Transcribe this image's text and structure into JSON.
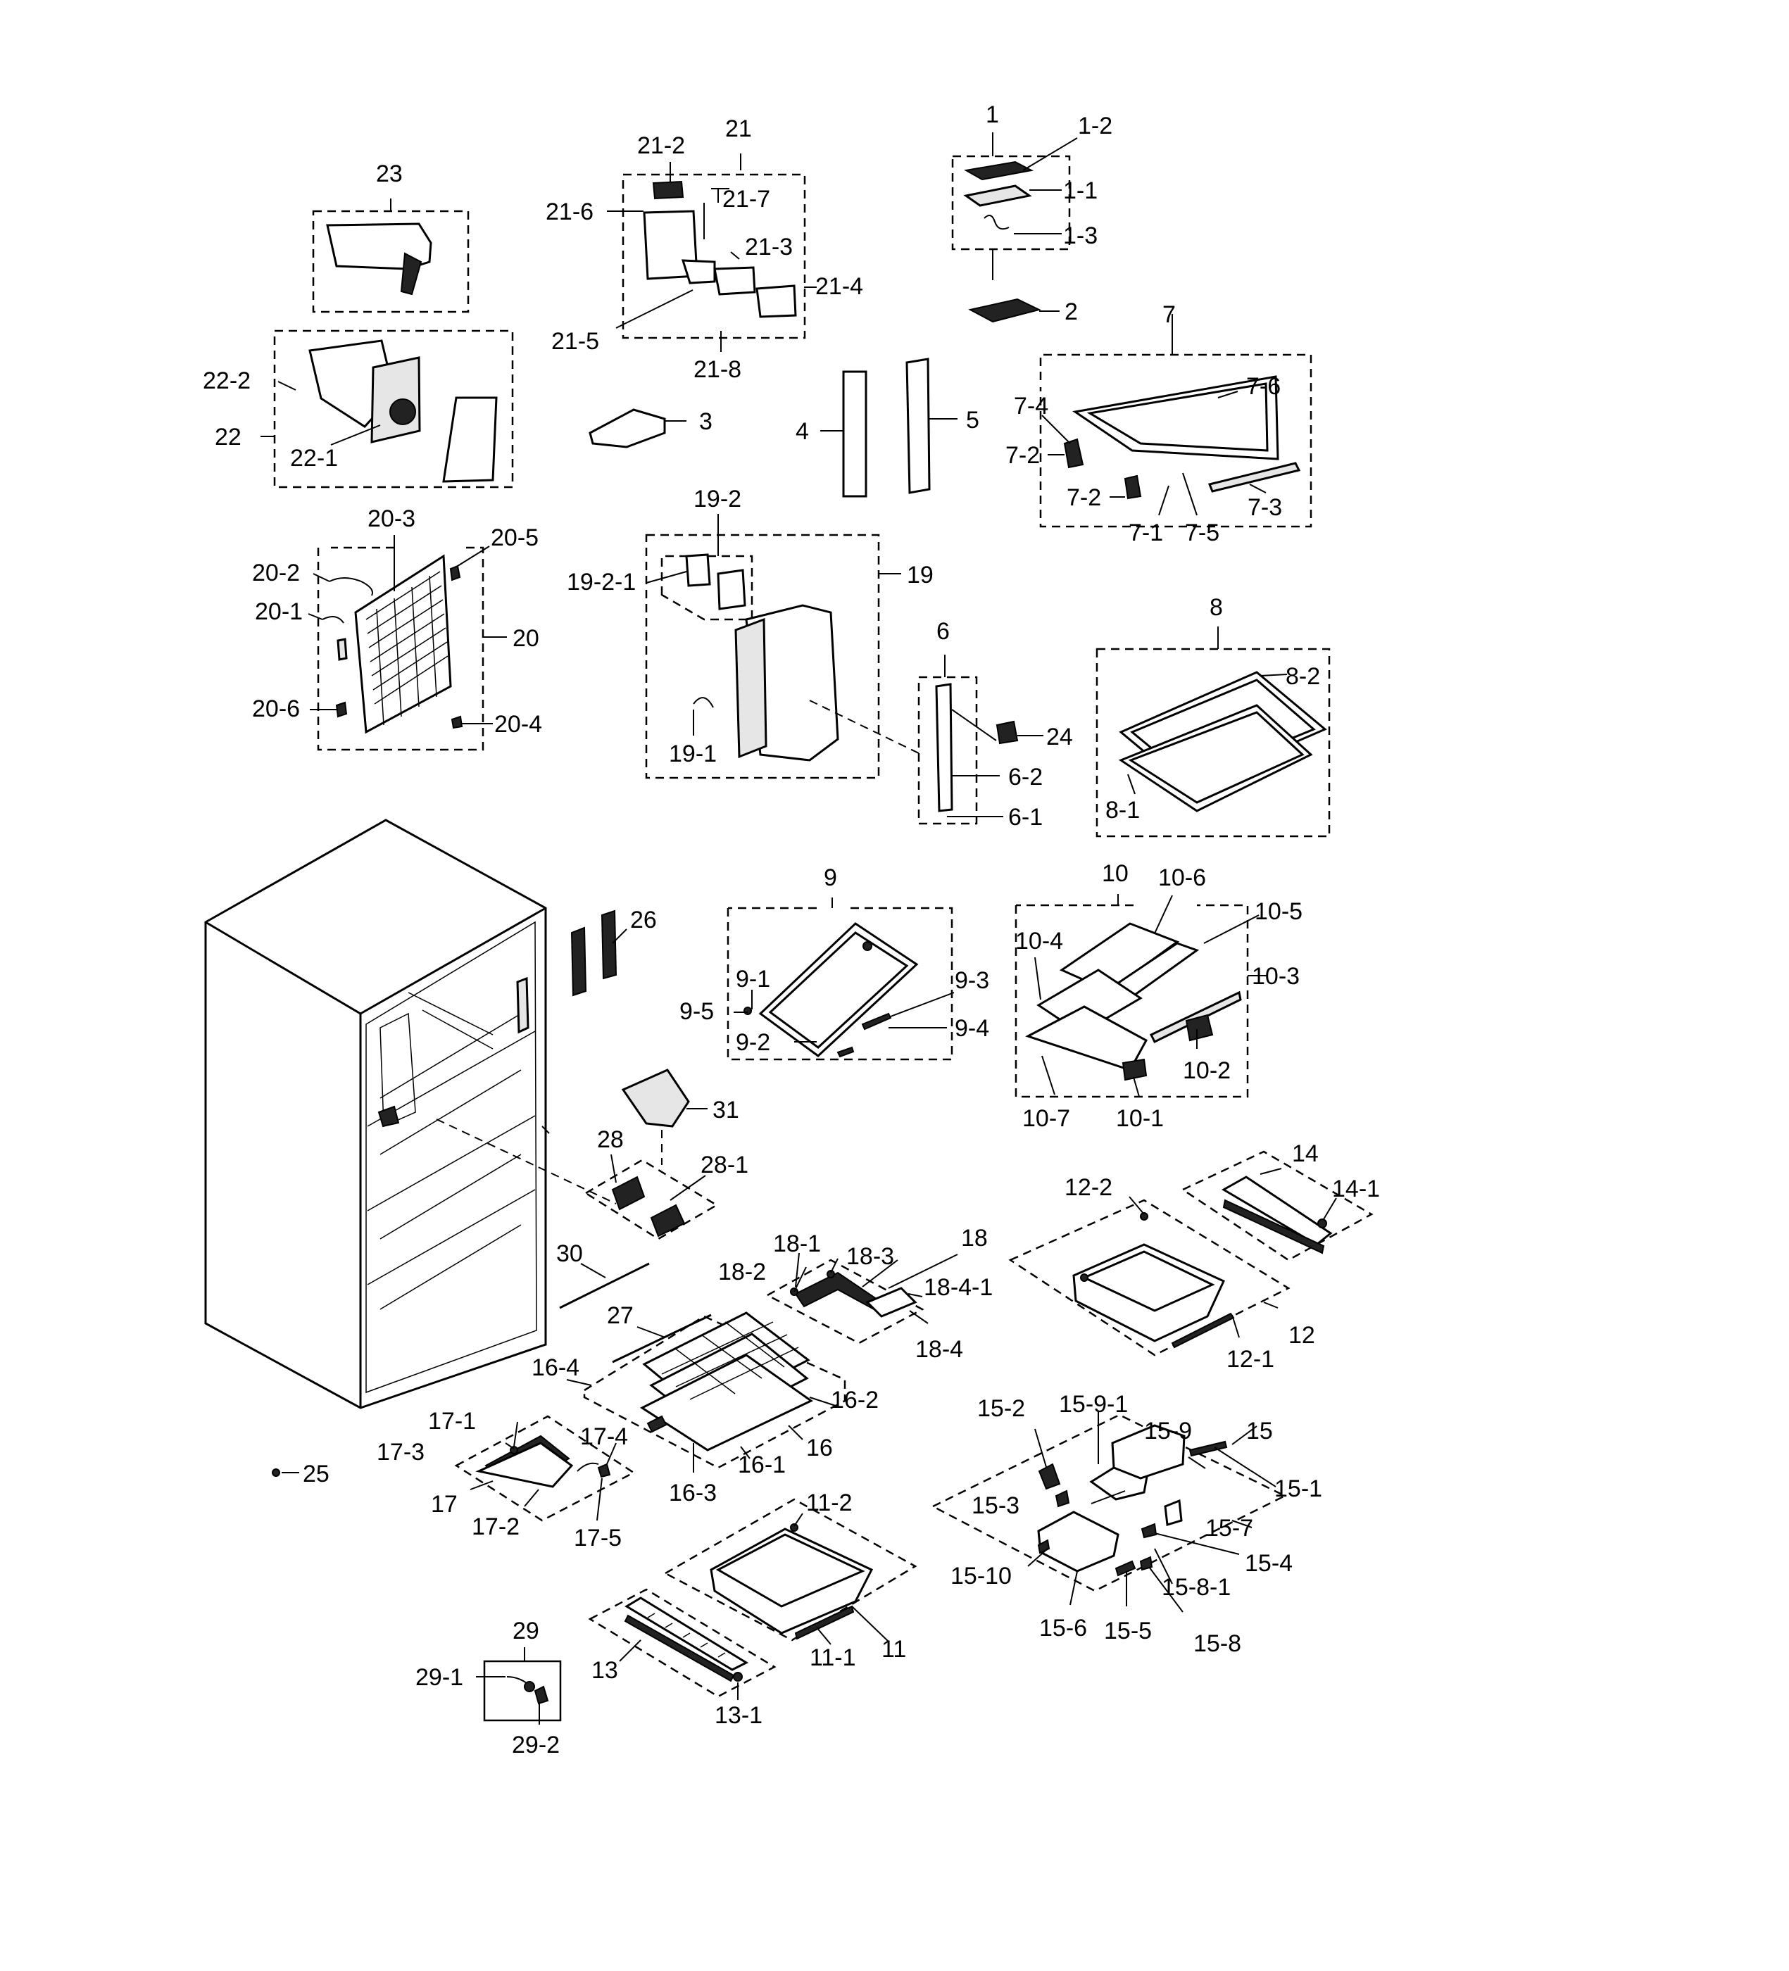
{
  "labels": {
    "p1": "1",
    "p1_1": "1-1",
    "p1_2": "1-2",
    "p1_3": "1-3",
    "p2": "2",
    "p3": "3",
    "p4": "4",
    "p5": "5",
    "p6": "6",
    "p6_1": "6-1",
    "p6_2": "6-2",
    "p7": "7",
    "p7_1": "7-1",
    "p7_2a": "7-2",
    "p7_2b": "7-2",
    "p7_3": "7-3",
    "p7_4": "7-4",
    "p7_5": "7-5",
    "p7_6": "7-6",
    "p8": "8",
    "p8_1": "8-1",
    "p8_2": "8-2",
    "p9": "9",
    "p9_1": "9-1",
    "p9_2": "9-2",
    "p9_3": "9-3",
    "p9_4": "9-4",
    "p9_5": "9-5",
    "p10": "10",
    "p10_1": "10-1",
    "p10_2": "10-2",
    "p10_3": "10-3",
    "p10_4": "10-4",
    "p10_5": "10-5",
    "p10_6": "10-6",
    "p10_7": "10-7",
    "p11": "11",
    "p11_1": "11-1",
    "p11_2": "11-2",
    "p12": "12",
    "p12_1": "12-1",
    "p12_2": "12-2",
    "p13": "13",
    "p13_1": "13-1",
    "p14": "14",
    "p14_1": "14-1",
    "p15": "15",
    "p15_1": "15-1",
    "p15_2": "15-2",
    "p15_3": "15-3",
    "p15_4": "15-4",
    "p15_5": "15-5",
    "p15_6": "15-6",
    "p15_7": "15-7",
    "p15_8": "15-8",
    "p15_8_1": "15-8-1",
    "p15_9": "15-9",
    "p15_9_1": "15-9-1",
    "p15_10": "15-10",
    "p16": "16",
    "p16_1": "16-1",
    "p16_2": "16-2",
    "p16_3": "16-3",
    "p16_4": "16-4",
    "p17": "17",
    "p17_1": "17-1",
    "p17_2": "17-2",
    "p17_3": "17-3",
    "p17_4": "17-4",
    "p17_5": "17-5",
    "p18": "18",
    "p18_1": "18-1",
    "p18_2": "18-2",
    "p18_3": "18-3",
    "p18_4": "18-4",
    "p18_4_1": "18-4-1",
    "p19": "19",
    "p19_1": "19-1",
    "p19_2": "19-2",
    "p19_2_1": "19-2-1",
    "p20": "20",
    "p20_1": "20-1",
    "p20_2": "20-2",
    "p20_3": "20-3",
    "p20_4": "20-4",
    "p20_5": "20-5",
    "p20_6": "20-6",
    "p21": "21",
    "p21_2": "21-2",
    "p21_3": "21-3",
    "p21_4": "21-4",
    "p21_5": "21-5",
    "p21_6": "21-6",
    "p21_7": "21-7",
    "p21_8": "21-8",
    "p22": "22",
    "p22_1": "22-1",
    "p22_2": "22-2",
    "p23": "23",
    "p24": "24",
    "p25": "25",
    "p26": "26",
    "p27": "27",
    "p28": "28",
    "p28_1": "28-1",
    "p29": "29",
    "p29_1": "29-1",
    "p29_2": "29-2",
    "p30": "30",
    "p31": "31"
  }
}
